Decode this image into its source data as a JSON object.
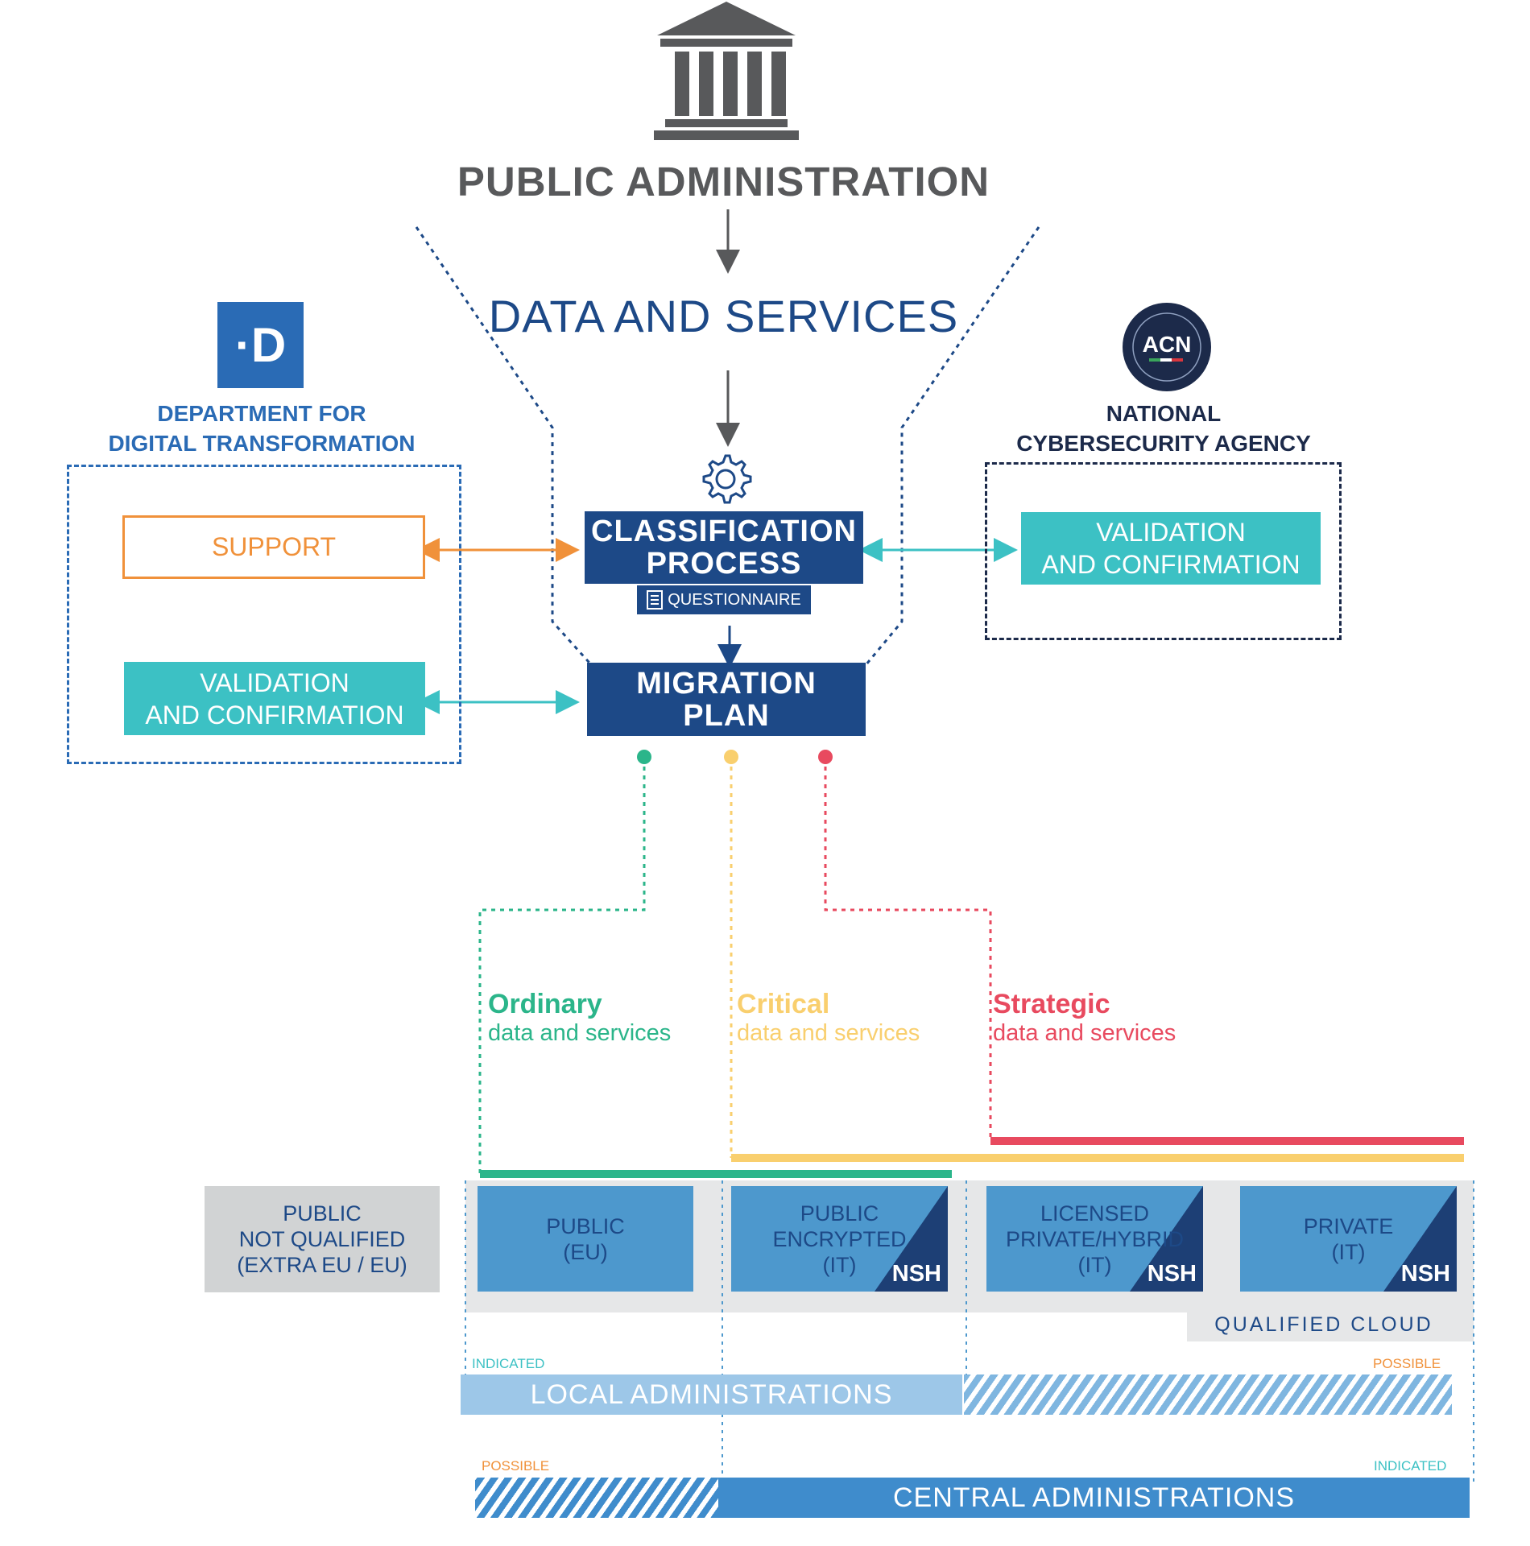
{
  "header": {
    "title": "PUBLIC ADMINISTRATION",
    "data_services": "DATA AND SERVICES",
    "building_icon": "building-columns-icon"
  },
  "left_agency": {
    "logo_text": "·D",
    "line1": "DEPARTMENT FOR",
    "line2": "DIGITAL TRANSFORMATION",
    "support": "SUPPORT",
    "validation_line1": "VALIDATION",
    "validation_line2": "AND CONFIRMATION"
  },
  "right_agency": {
    "logo_text": "ACN",
    "line1": "NATIONAL",
    "line2": "CYBERSECURITY AGENCY",
    "validation_line1": "VALIDATION",
    "validation_line2": "AND CONFIRMATION"
  },
  "process": {
    "classification_line1": "CLASSIFICATION",
    "classification_line2": "PROCESS",
    "questionnaire": "QUESTIONNAIRE",
    "migration_line1": "MIGRATION",
    "migration_line2": "PLAN",
    "gear_icon": "gear-icon"
  },
  "categories": [
    {
      "title": "Ordinary",
      "subtitle": "data and services",
      "color": "#2bb58a"
    },
    {
      "title": "Critical",
      "subtitle": "data and services",
      "color": "#f9cf6e"
    },
    {
      "title": "Strategic",
      "subtitle": "data and services",
      "color": "#e84a5f"
    }
  ],
  "clouds": {
    "not_qualified": [
      "PUBLIC",
      "NOT QUALIFIED",
      "(EXTRA EU / EU)"
    ],
    "public_eu": [
      "PUBLIC",
      "(EU)"
    ],
    "public_encrypted": [
      "PUBLIC",
      "ENCRYPTED",
      "(IT)"
    ],
    "licensed": [
      "LICENSED",
      "PRIVATE/HYBRID",
      "(IT)"
    ],
    "private": [
      "PRIVATE",
      "(IT)"
    ],
    "nsh": "NSH",
    "qualified_label": "QUALIFIED CLOUD"
  },
  "bands": {
    "local": "LOCAL ADMINISTRATIONS",
    "central": "CENTRAL ADMINISTRATIONS",
    "local_indicated": "INDICATED",
    "local_possible": "POSSIBLE",
    "central_possible": "POSSIBLE",
    "central_indicated": "INDICATED"
  },
  "colors": {
    "navy": "#1d4987",
    "teal": "#3cc1c4",
    "orange": "#f0913a",
    "gray": "#58595b",
    "cloud_blue": "#4d98cd",
    "light_blue": "#9dc7e8",
    "mid_blue": "#3f8ccc"
  }
}
